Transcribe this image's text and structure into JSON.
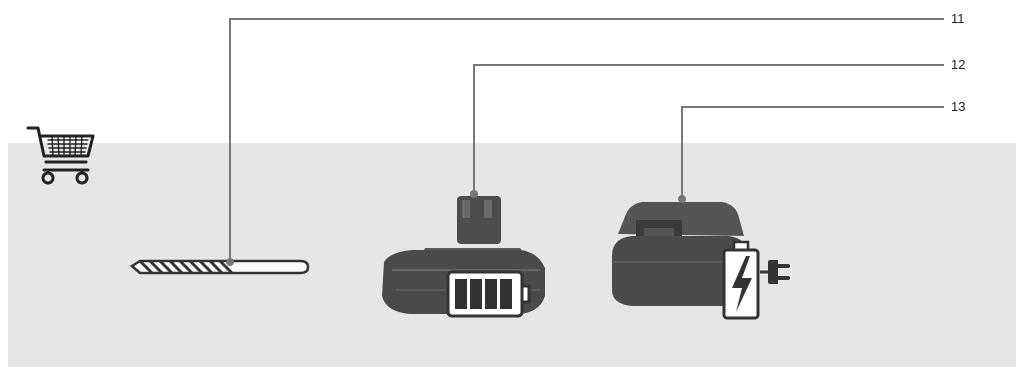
{
  "callouts": [
    {
      "number": "11",
      "part": "drill-bit"
    },
    {
      "number": "12",
      "part": "battery-pack"
    },
    {
      "number": "13",
      "part": "battery-charger"
    }
  ],
  "icons": {
    "accessory": "shopping-cart-icon",
    "battery_level": "battery-level-icon",
    "charging": "charging-battery-icon",
    "power": "power-plug-icon"
  },
  "colors": {
    "background_band": "#e6e6e6",
    "product_dark": "#4a4a4a",
    "product_mid": "#5c5c5c",
    "leader_line": "#777777"
  }
}
